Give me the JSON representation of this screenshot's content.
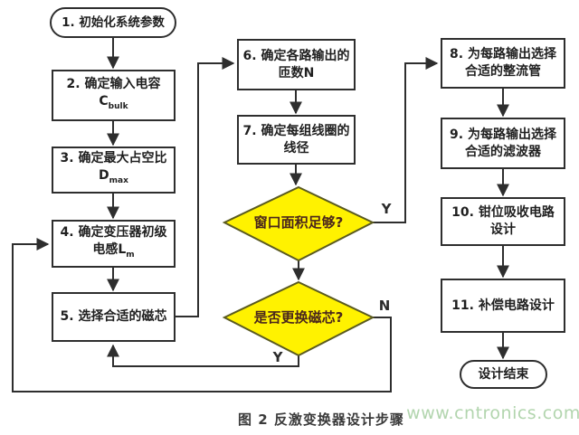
{
  "figure": {
    "caption": "图 2 反激变换器设计步骤",
    "watermark": "www.cntronics.com"
  },
  "colors": {
    "diamond_fill": "#fff200",
    "diamond_border": "#5a5a20",
    "diamond_text": "#4a261c",
    "line_and_border": "#2e2e2e",
    "watermark_green": "#b2d5ae"
  },
  "nodes": {
    "start": {
      "label": "1. 初始化系统参数"
    },
    "step2": {
      "line1": "2. 确定输入电容",
      "symbol": "C",
      "symbol_sub": "bulk"
    },
    "step3": {
      "line1": "3. 确定最大占空比",
      "symbol": "D",
      "symbol_sub": "max"
    },
    "step4": {
      "line1": "4. 确定变压器初级",
      "line2": "电感L",
      "line2_sub": "m"
    },
    "step5": {
      "label": "5. 选择合适的磁芯"
    },
    "step6": {
      "line1": "6. 确定各路输出的",
      "line2": "匝数N"
    },
    "step7": {
      "line1": "7. 确定每组线圈的",
      "line2": "线径"
    },
    "decision1": {
      "label": "窗口面积足够?"
    },
    "decision2": {
      "label": "是否更换磁芯?"
    },
    "step8": {
      "line1": "8. 为每路输出选择",
      "line2": "合适的整流管"
    },
    "step9": {
      "line1": "9. 为每路输出选择",
      "line2": "合适的滤波器"
    },
    "step10": {
      "line1": "10. 钳位吸收电路",
      "line2": "设计"
    },
    "step11": {
      "label": "11. 补偿电路设计"
    },
    "end": {
      "label": "设计结束"
    }
  },
  "branches": {
    "d1_yes": "Y",
    "d2_no": "N",
    "d2_yes": "Y"
  }
}
